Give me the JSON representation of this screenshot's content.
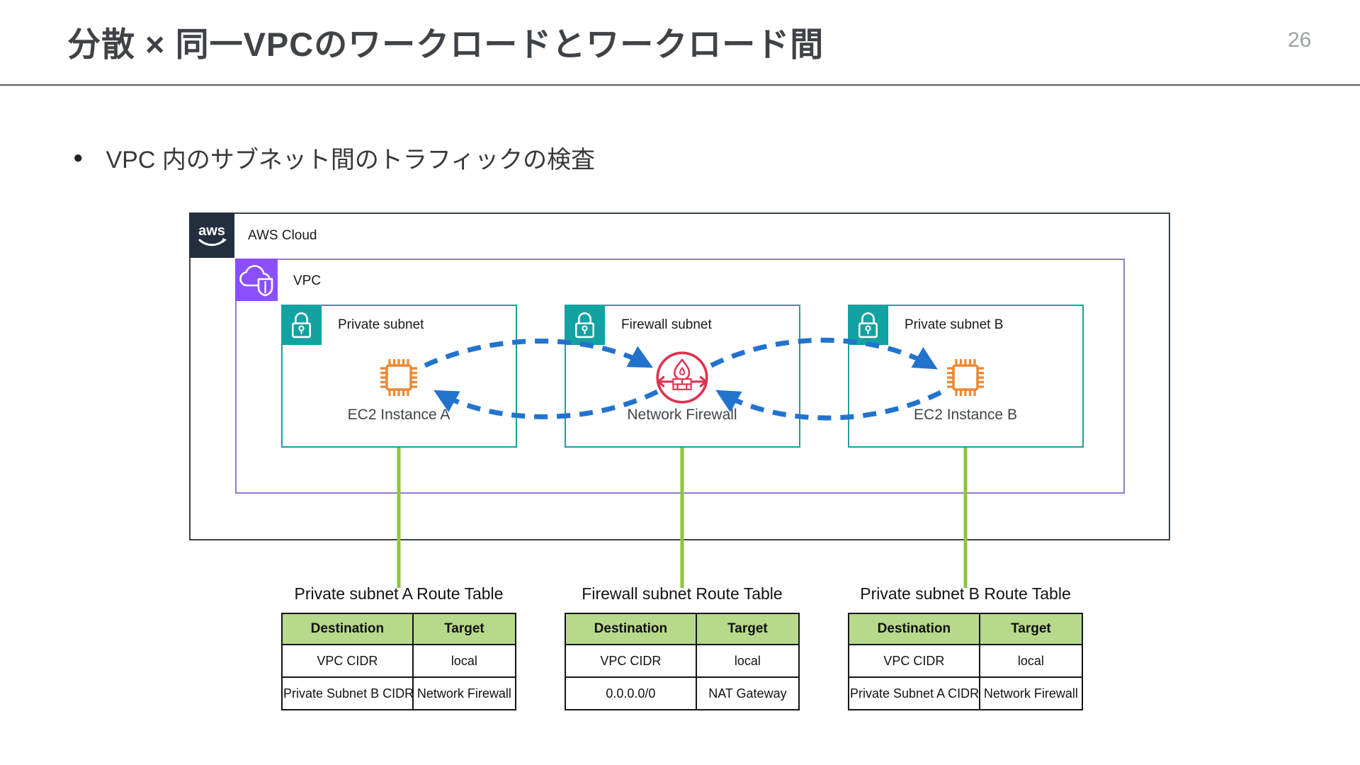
{
  "slide": {
    "title": "分散 × 同一VPCのワークロードとワークロード間",
    "page_number": "26",
    "bullet": "VPC 内のサブネット間のトラフィックの検査"
  },
  "diagram": {
    "aws_logo_text": "aws",
    "aws_cloud_label": "AWS Cloud",
    "vpc_label": "VPC",
    "subnets": [
      {
        "label": "Private subnet",
        "resource_label": "EC2 Instance A"
      },
      {
        "label": "Firewall subnet",
        "resource_label": "Network Firewall"
      },
      {
        "label": "Private subnet B",
        "resource_label": "EC2 Instance B"
      }
    ],
    "colors": {
      "aws_navy": "#232F3E",
      "vpc_purple": "#8C4FFF",
      "subnet_teal": "#12A2A2",
      "ec2_orange": "#EC8833",
      "firewall_red": "#DD3352",
      "traffic_arrow_blue": "#2273CE",
      "connector_green": "#8CC63E",
      "table_header_green": "#B7D98B"
    }
  },
  "route_tables": [
    {
      "title": "Private subnet A Route Table",
      "headers": [
        "Destination",
        "Target"
      ],
      "rows": [
        [
          "VPC CIDR",
          "local"
        ],
        [
          "Private Subnet B CIDR",
          "Network Firewall"
        ]
      ]
    },
    {
      "title": "Firewall subnet Route Table",
      "headers": [
        "Destination",
        "Target"
      ],
      "rows": [
        [
          "VPC CIDR",
          "local"
        ],
        [
          "0.0.0.0/0",
          "NAT Gateway"
        ]
      ]
    },
    {
      "title": "Private subnet B Route Table",
      "headers": [
        "Destination",
        "Target"
      ],
      "rows": [
        [
          "VPC CIDR",
          "local"
        ],
        [
          "Private Subnet A CIDR",
          "Network Firewall"
        ]
      ]
    }
  ]
}
